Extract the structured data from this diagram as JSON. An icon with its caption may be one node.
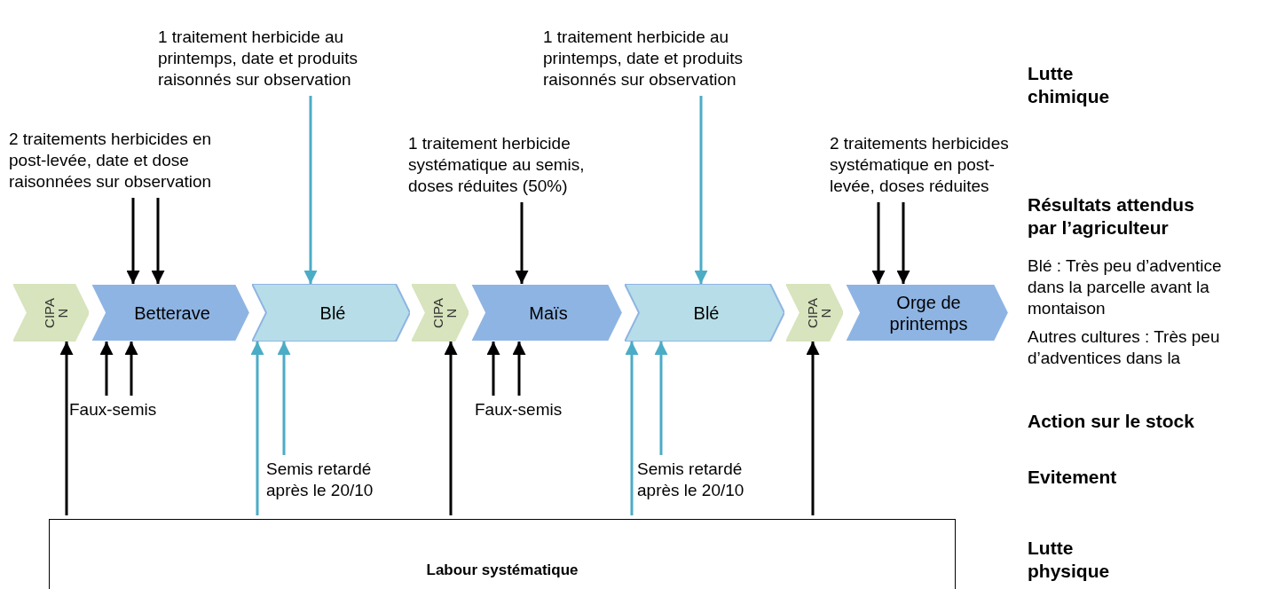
{
  "diagram": {
    "nodes": [
      {
        "text": [
          "CIPA N"
        ]
      },
      {
        "text": [
          "Betterave"
        ]
      },
      {
        "text": [
          "Blé"
        ]
      },
      {
        "text": [
          "CIPA N"
        ]
      },
      {
        "text": [
          "Maïs"
        ]
      },
      {
        "text": [
          "Blé"
        ]
      },
      {
        "text": [
          "CIPA N"
        ]
      },
      {
        "text": [
          "Orge de printemps"
        ]
      },
      {
        "text": [
          "2 traitements herbicides en post-levée, date et dose raisonnées sur observation"
        ]
      },
      {
        "text": [
          "1 traitement herbicide au printemps, date et produits raisonnés sur observation"
        ]
      },
      {
        "text": [
          "1 traitement herbicide systématique au semis, doses réduites (50%)"
        ]
      },
      {
        "text": [
          "1 traitement herbicide au printemps, date et produits raisonnés sur observation"
        ]
      },
      {
        "text": [
          "2 traitements herbicides systématique en post-levée, doses réduites"
        ]
      },
      {
        "text": [
          "Faux-semis"
        ]
      },
      {
        "text": [
          "Faux-semis"
        ]
      },
      {
        "text": [
          "Semis retardé après le 20/10"
        ]
      },
      {
        "text": [
          "Semis retardé après le 20/10"
        ]
      },
      {
        "text": [
          "Labour systématique"
        ]
      }
    ],
    "edges": [
      {
        "from": 8,
        "to": 1,
        "arrow": "to"
      },
      {
        "from": 8,
        "to": 1,
        "arrow": "to"
      },
      {
        "from": 9,
        "to": 2,
        "arrow": "to",
        "color": "#4bacc6"
      },
      {
        "from": 10,
        "to": 4,
        "arrow": "to"
      },
      {
        "from": 11,
        "to": 5,
        "arrow": "to",
        "color": "#4bacc6"
      },
      {
        "from": 12,
        "to": 7,
        "arrow": "to"
      },
      {
        "from": 12,
        "to": 7,
        "arrow": "to"
      },
      {
        "from": 13,
        "to": 1,
        "arrow": "to"
      },
      {
        "from": 13,
        "to": 1,
        "arrow": "to"
      },
      {
        "from": 14,
        "to": 4,
        "arrow": "to"
      },
      {
        "from": 14,
        "to": 4,
        "arrow": "to"
      },
      {
        "from": 15,
        "to": 2,
        "arrow": "to",
        "color": "#4bacc6"
      },
      {
        "from": 16,
        "to": 5,
        "arrow": "to",
        "color": "#4bacc6"
      },
      {
        "from": 17,
        "to": 0,
        "arrow": "to"
      },
      {
        "from": 17,
        "to": 2,
        "arrow": "to",
        "color": "#4bacc6"
      },
      {
        "from": 17,
        "to": 3,
        "arrow": "to"
      },
      {
        "from": 17,
        "to": 5,
        "arrow": "to",
        "color": "#4bacc6"
      },
      {
        "from": 17,
        "to": 6,
        "arrow": "to"
      }
    ],
    "labels": [
      "Lutte chimique",
      "Résultats attendus par l’agriculteur",
      "Blé : Très peu d’adventice dans la parcelle avant la montaison",
      "Autres cultures : Très peu d’adventices dans la",
      "Action sur le stock",
      "Evitement",
      "Lutte physique"
    ]
  }
}
